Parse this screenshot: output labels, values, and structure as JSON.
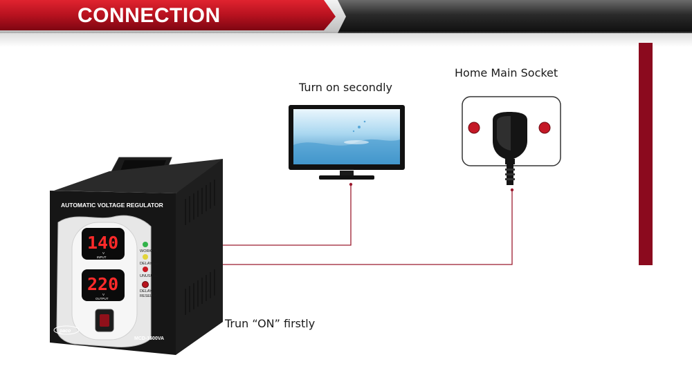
{
  "header": {
    "title": "CONNECTION"
  },
  "labels": {
    "tv": "Turn on secondly",
    "socket": "Home Main Socket",
    "regulator": "Trun “ON” firstly"
  },
  "regulator": {
    "panel_title": "AUTOMATIC VOLTAGE REGULATOR",
    "input_value": "140",
    "input_unit": "V",
    "input_label": "INPUT",
    "output_value": "220",
    "output_unit": "V",
    "output_label": "OUTPUT",
    "indicators": [
      "WORKING",
      "DELAYING",
      "UNUSUAL"
    ],
    "delay_labels": [
      "DELAY",
      "RESELAY"
    ],
    "brand": "paco",
    "model": "MCD-1500VA"
  },
  "colors": {
    "brand_red": "#b7121f",
    "accent_bar": "#8b0a1e",
    "wire": "#9b1a2e",
    "banner_dark": "#1c1c1c"
  }
}
